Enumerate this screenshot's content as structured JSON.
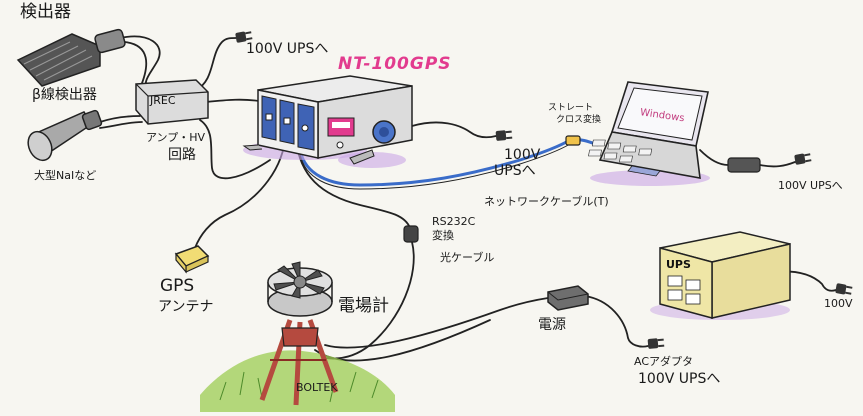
{
  "labels": {
    "detector": "検出器",
    "beta_detector": "β線検出器",
    "nai_detector": "大型NaIなど",
    "jrec": "JREC",
    "amp_hv": "アンプ・HV",
    "circuit": "回路",
    "ups_top": "100V UPSへ",
    "nt100": "NT-100GPS",
    "ups_mid_1": "100V",
    "ups_mid_2": "UPSへ",
    "straight": "ストレート",
    "cross": "クロス変換",
    "windows": "Windows",
    "ups_right": "100V UPSへ",
    "network_cable": "ネットワークケーブル(T)",
    "rs232c": "RS232C",
    "convert": "変換",
    "optical_cable": "光ケーブル",
    "gps": "GPS",
    "antenna": "アンテナ",
    "field_meter": "電場計",
    "boltek": "BOLTEK",
    "power": "電源",
    "ac_adapter": "ACアダプタ",
    "ups_bottom": "100V UPSへ",
    "ups_box": "UPS",
    "ups_box_100v": "100V"
  },
  "colors": {
    "outline": "#222222",
    "device_gray": "#dcdcdc",
    "panel_blue": "#3f63b5",
    "accent_pink": "#e23b8e",
    "lavender": "#c9a6e6",
    "cable_blue": "#3a6cc9",
    "ups_yellow": "#efe6a6",
    "gps_yellow": "#f1dc74",
    "grass_green": "#9ccc52",
    "tripod_red": "#b54a3f"
  },
  "icons": {
    "plug": "power-plug-icon",
    "connector": "connector-icon"
  }
}
